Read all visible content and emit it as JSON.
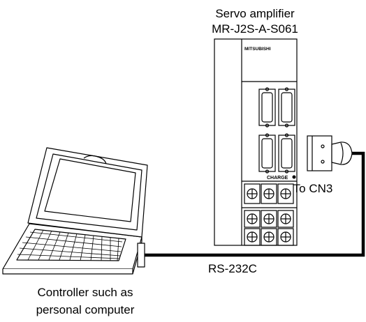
{
  "amplifier": {
    "name": "Servo amplifier",
    "model": "MR-J2S-A-S061",
    "brand": "MITSUBISHI",
    "charge_label": "CHARGE"
  },
  "connector_label": "To CN3",
  "cable_label": "RS-232C",
  "controller": {
    "line1": "Controller such as",
    "line2": "personal computer"
  },
  "colors": {
    "line": "#000000",
    "background": "#ffffff"
  }
}
